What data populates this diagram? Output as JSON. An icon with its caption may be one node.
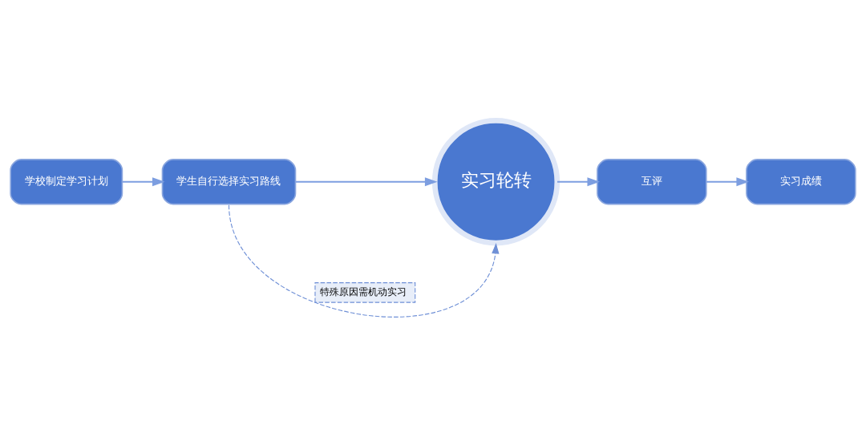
{
  "diagram": {
    "nodes": [
      {
        "text": [
          "学校制定学习计划"
        ]
      },
      {
        "text": [
          "学生自行选择实习路线"
        ]
      },
      {
        "text": [
          "实习轮转"
        ]
      },
      {
        "text": [
          "互评"
        ]
      },
      {
        "text": [
          "实习成绩"
        ]
      }
    ],
    "edges": [
      {
        "from": 0,
        "to": 1,
        "arrow": "to"
      },
      {
        "from": 1,
        "to": 2,
        "arrow": "to"
      },
      {
        "from": 2,
        "to": 3,
        "arrow": "to"
      },
      {
        "from": 3,
        "to": 4,
        "arrow": "to"
      },
      {
        "from": 1,
        "to": 2,
        "arrow": "to",
        "style": "dashed",
        "label": "特殊原因需机动实习"
      }
    ]
  }
}
